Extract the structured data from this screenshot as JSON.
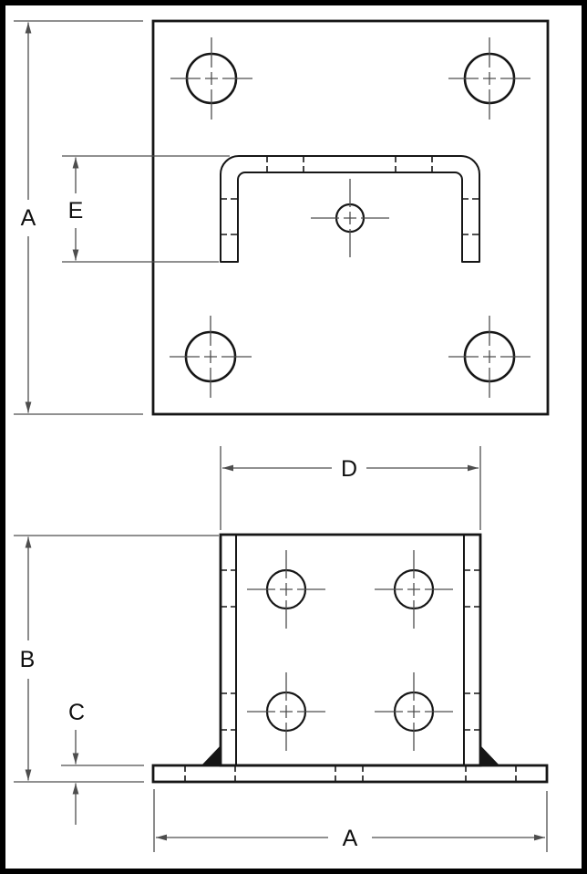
{
  "colors": {
    "bg": "#ffffff",
    "frame": "#000000",
    "object": "#161616",
    "dim": "#4d4d4d",
    "label": "#101010"
  },
  "dimensions": {
    "top_view": {
      "plate_height": "A",
      "channel_depth": "E"
    },
    "front_view": {
      "channel_width": "D",
      "overall_height": "B",
      "base_thickness": "C",
      "base_width": "A"
    }
  }
}
